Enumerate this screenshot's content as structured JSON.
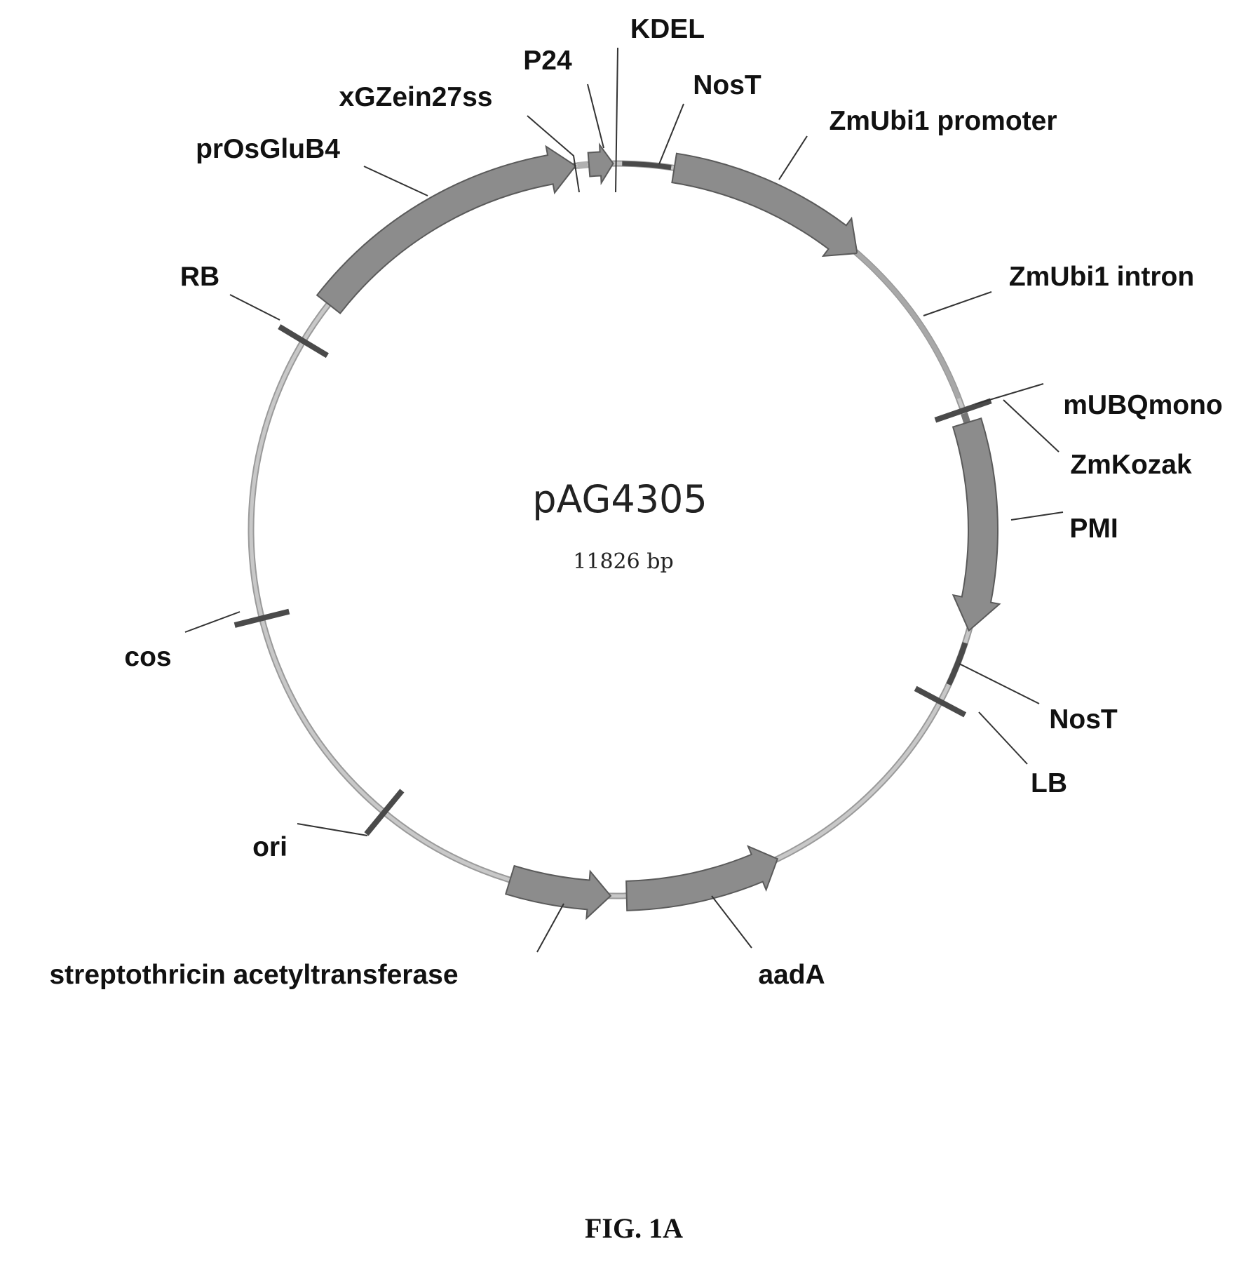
{
  "plasmid": {
    "name": "pAG4305",
    "size": "11826 bp"
  },
  "figure_label": "FIG. 1A",
  "features": {
    "prOsGluB4": "prOsGluB4",
    "xGZein27ss": "xGZein27ss",
    "P24": "P24",
    "KDEL": "KDEL",
    "NosT_1": "NosT",
    "ZmUbi1_promoter": "ZmUbi1 promoter",
    "ZmUbi1_intron": "ZmUbi1 intron",
    "mUBQmono": "mUBQmono",
    "ZmKozak": "ZmKozak",
    "PMI": "PMI",
    "NosT_2": "NosT",
    "LB": "LB",
    "aadA": "aadA",
    "streptothricin": "streptothricin acetyltransferase",
    "ori": "ori",
    "cos": "cos",
    "RB": "RB"
  },
  "colors": {
    "feature_fill": "#8c8c8c",
    "feature_stroke": "#5a5a5a",
    "backbone": "#c8c8c8",
    "marker": "#4a4a4a"
  }
}
